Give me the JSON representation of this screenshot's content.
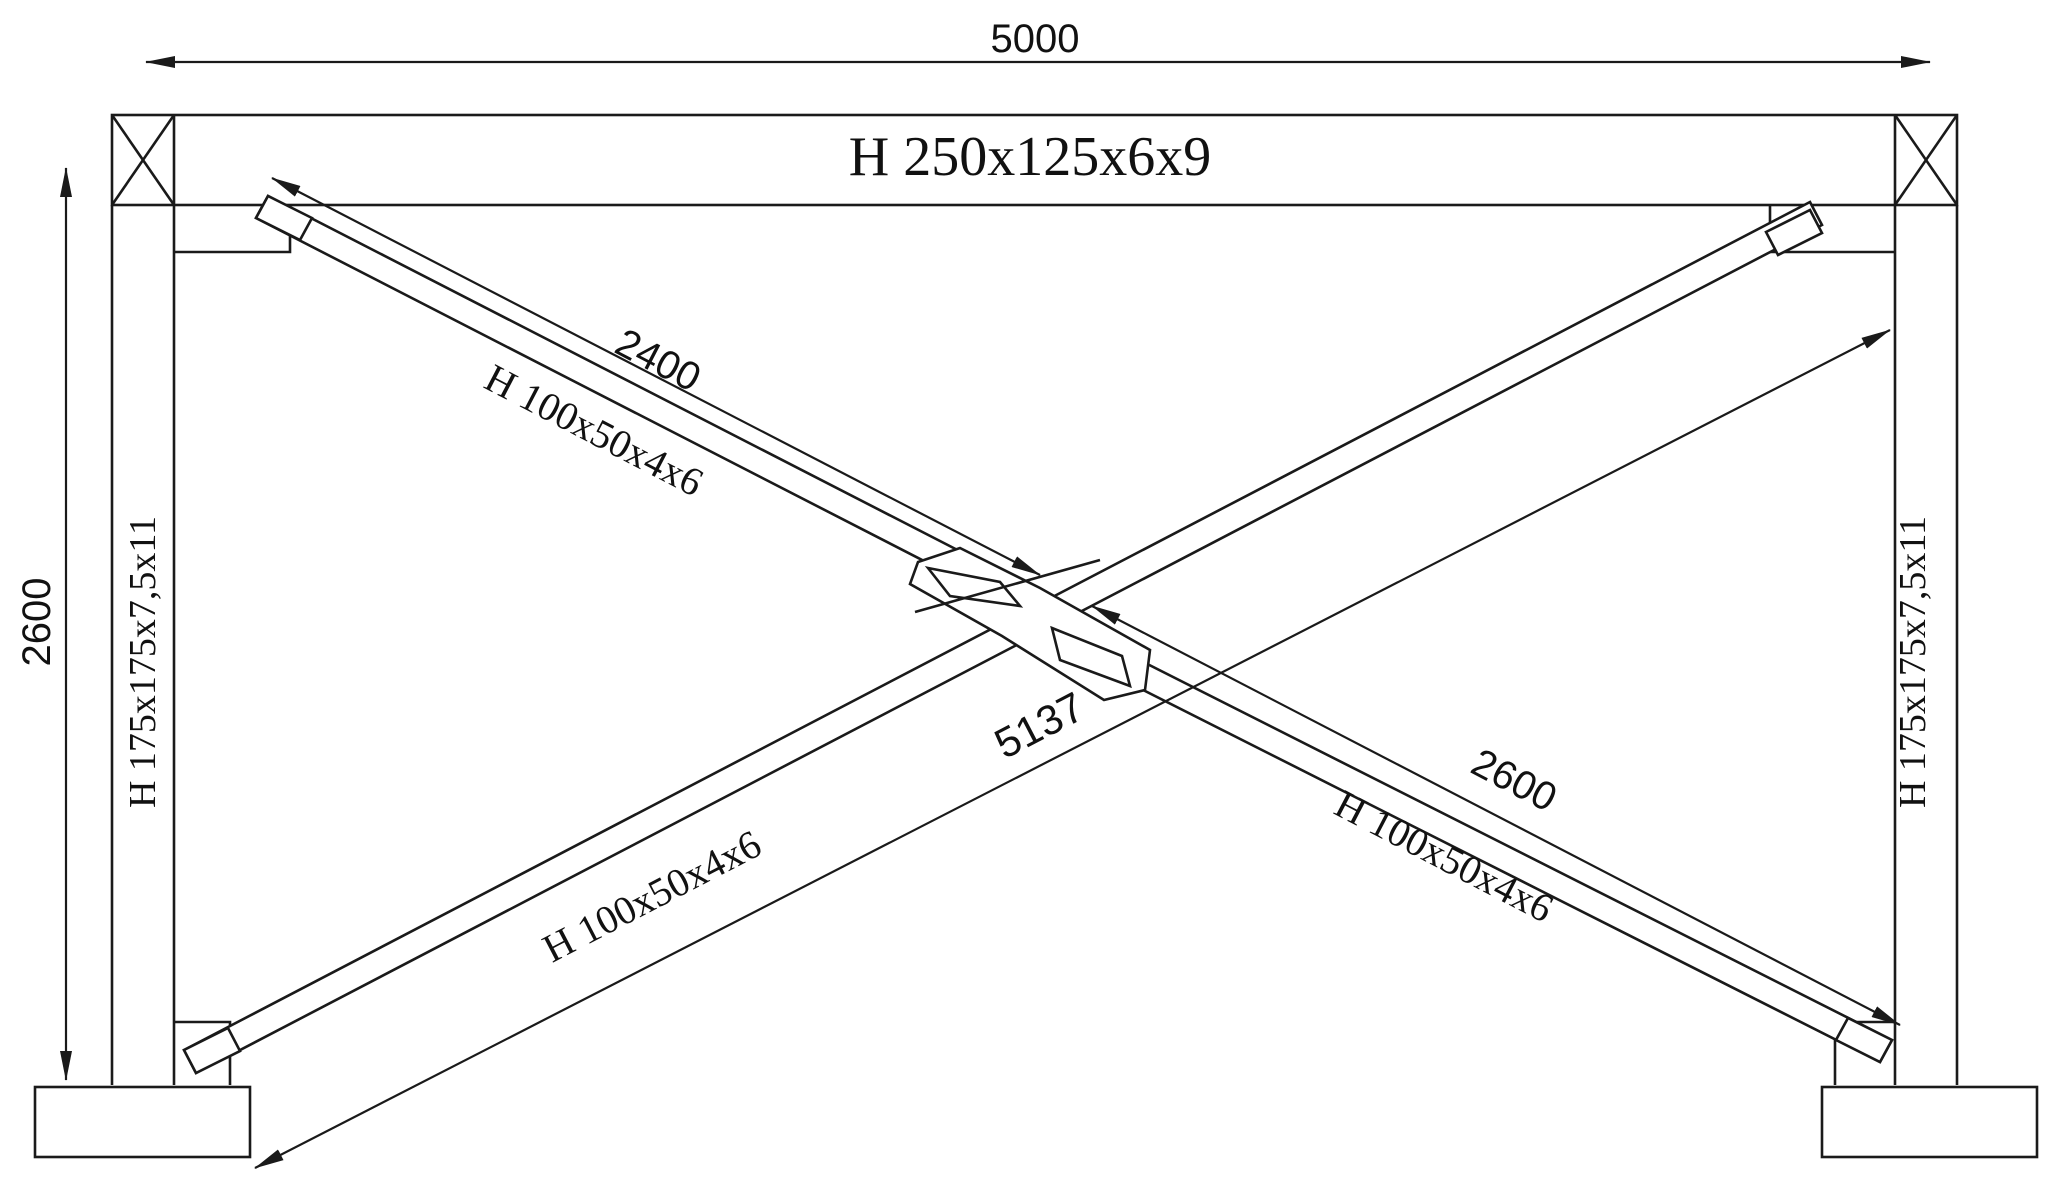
{
  "dimensions": {
    "overall_width": "5000",
    "overall_height": "2600",
    "upper_left_segment": "2400",
    "lower_right_segment": "2600",
    "diagonal_length": "5137"
  },
  "members": {
    "top_beam": "H 250x125x6x9",
    "left_column": "H 175x175x7,5x11",
    "right_column": "H 175x175x7,5x11",
    "brace_upper_left": "H 100x50x4x6",
    "brace_lower_left": "H 100x50x4x6",
    "brace_lower_right": "H 100x50x4x6"
  },
  "colors": {
    "line": "#1a1a1a",
    "background": "#ffffff"
  }
}
